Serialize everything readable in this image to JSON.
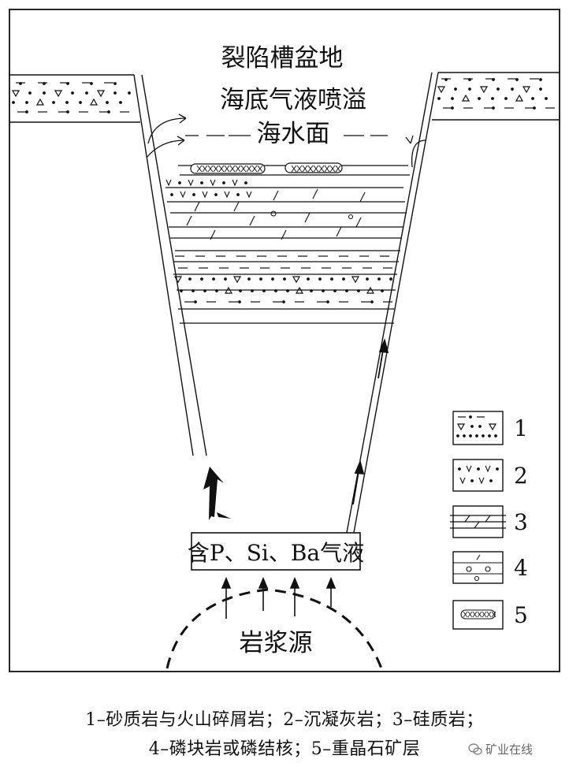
{
  "diagram": {
    "title": "裂陷槽盆地",
    "label_vent": "海底气液喷溢",
    "label_sealevel": "海水面",
    "label_fluid": "含P、Si、Ba气液",
    "label_magma": "岩浆源"
  },
  "legend": [
    {
      "num": "1",
      "pattern": "sandstone-volcaniclastic"
    },
    {
      "num": "2",
      "pattern": "tuff"
    },
    {
      "num": "3",
      "pattern": "siliceous-rock"
    },
    {
      "num": "4",
      "pattern": "phosphorite-nodule"
    },
    {
      "num": "5",
      "pattern": "barite-ore"
    }
  ],
  "caption": {
    "line1": "1–砂质岩与火山碎屑岩；2–沉凝灰岩；3–硅质岩；",
    "line2": "4–磷块岩或磷结核；5–重晶石矿层"
  },
  "watermark": {
    "text": "矿业在线"
  }
}
